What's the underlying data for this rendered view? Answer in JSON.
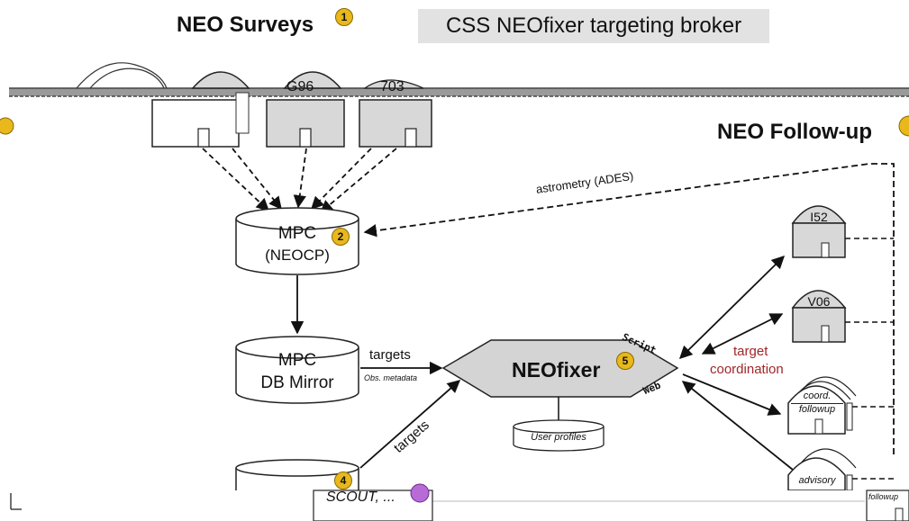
{
  "header": {
    "surveys_title": "NEO Surveys",
    "surveys_badge": "1",
    "broker_title": "CSS NEOfixer targeting broker",
    "followup_title": "NEO Follow-up"
  },
  "survey_sites": [
    "G96",
    "703"
  ],
  "followup_sites": [
    "I52",
    "V06"
  ],
  "nodes": {
    "mpc": {
      "line1": "MPC",
      "line2": "(NEOCP)",
      "badge": "2"
    },
    "mirror": {
      "line1": "MPC",
      "line2": "DB Mirror"
    },
    "neofixer": {
      "label": "NEOfixer",
      "badge": "5"
    },
    "user_profiles": "User profiles",
    "scout": {
      "label": "SCOUT, ...",
      "badge": "4"
    },
    "coord_followup": {
      "line1": "coord.",
      "line2": "followup"
    },
    "advisory": "advisory",
    "followup_bottom": "followup"
  },
  "edges": {
    "astrometry": "astrometry (ADES)",
    "targets_top": "targets",
    "obs_metadata": "Obs. metadata",
    "targets_diag": "targets",
    "script": "Script",
    "web": "Web",
    "target_coord_1": "target",
    "target_coord_2": "coordination"
  },
  "colors": {
    "badge_yellow": "#e8b81c",
    "badge_purple": "#b86ad6",
    "coordination_red": "#a0262a",
    "broker_grey": "#e2e2e2",
    "neofixer_fill": "#d4d4d4",
    "dome_fill": "#d8d8d8"
  }
}
